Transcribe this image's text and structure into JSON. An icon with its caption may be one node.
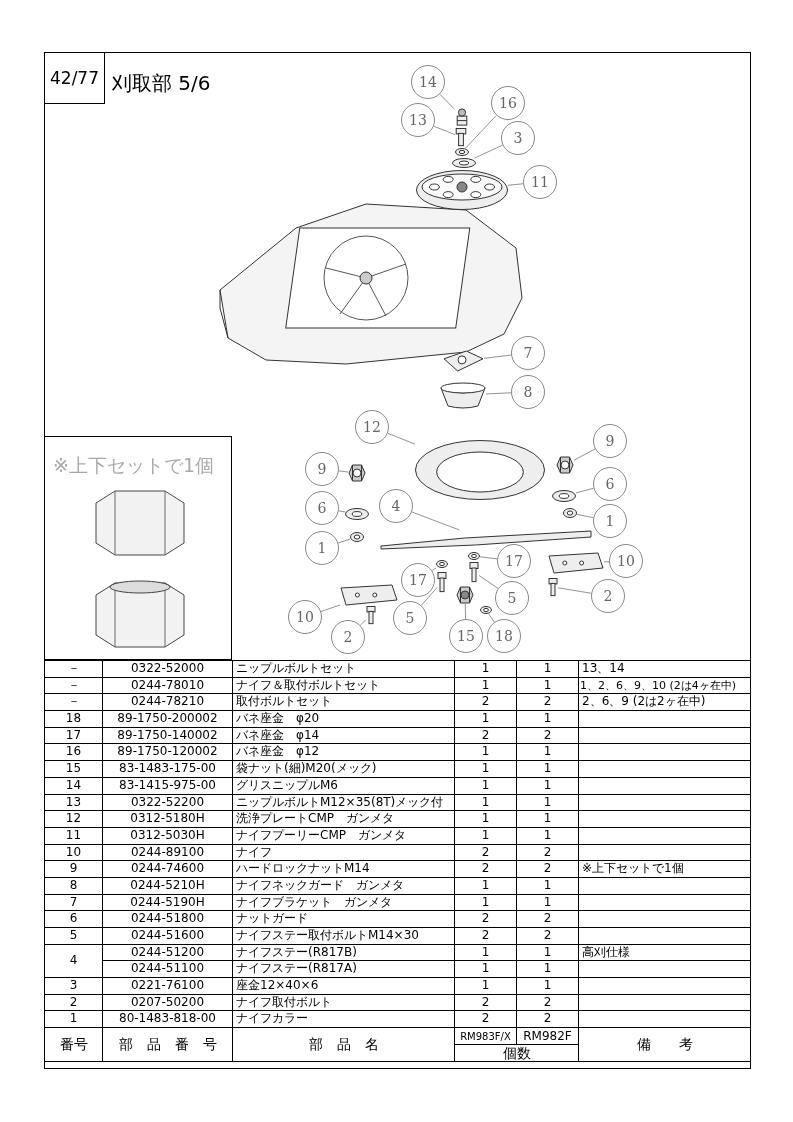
{
  "diagram": {
    "title": "刈取部 5/6",
    "nodes": [
      {
        "text": [
          "※上下セットで1個"
        ]
      },
      {
        "text": [
          "14"
        ]
      },
      {
        "text": [],
        "shape": "picture"
      },
      {
        "text": [
          "13"
        ]
      },
      {
        "text": [],
        "shape": "picture"
      },
      {
        "text": [
          "16"
        ]
      },
      {
        "text": [],
        "shape": "picture"
      },
      {
        "text": [
          "3"
        ]
      },
      {
        "text": [],
        "shape": "picture"
      },
      {
        "text": [
          "11"
        ]
      },
      {
        "text": [],
        "shape": "picture"
      },
      {
        "text": [
          "7"
        ]
      },
      {
        "text": [],
        "shape": "picture"
      },
      {
        "text": [
          "8"
        ]
      },
      {
        "text": [],
        "shape": "picture"
      },
      {
        "text": [
          "12"
        ]
      },
      {
        "text": [],
        "shape": "picture"
      },
      {
        "text": [
          "9"
        ]
      },
      {
        "text": [],
        "shape": "picture"
      },
      {
        "text": [
          "9"
        ]
      },
      {
        "text": [],
        "shape": "picture"
      },
      {
        "text": [
          "6"
        ]
      },
      {
        "text": [],
        "shape": "picture"
      },
      {
        "text": [
          "6"
        ]
      },
      {
        "text": [],
        "shape": "picture"
      },
      {
        "text": [
          "4"
        ]
      },
      {
        "text": [],
        "shape": "picture"
      },
      {
        "text": [
          "1"
        ]
      },
      {
        "text": [],
        "shape": "picture"
      },
      {
        "text": [
          "1"
        ]
      },
      {
        "text": [],
        "shape": "picture"
      },
      {
        "text": [
          "17"
        ]
      },
      {
        "text": [],
        "shape": "picture"
      },
      {
        "text": [
          "10"
        ]
      },
      {
        "text": [],
        "shape": "picture"
      },
      {
        "text": [
          "17"
        ]
      },
      {
        "text": [],
        "shape": "picture"
      },
      {
        "text": [
          "2"
        ]
      },
      {
        "text": [],
        "shape": "picture"
      },
      {
        "text": [
          "5"
        ]
      },
      {
        "text": [],
        "shape": "picture"
      },
      {
        "text": [
          "10"
        ]
      },
      {
        "text": [],
        "shape": "picture"
      },
      {
        "text": [
          "2"
        ]
      },
      {
        "text": [],
        "shape": "picture"
      },
      {
        "text": [
          "5"
        ]
      },
      {
        "text": [],
        "shape": "picture"
      },
      {
        "text": [
          "15"
        ]
      },
      {
        "text": [],
        "shape": "picture"
      },
      {
        "text": [
          "18"
        ]
      },
      {
        "text": [],
        "shape": "picture"
      }
    ],
    "edges": [
      {
        "from": 1,
        "to": 2,
        "arrow": "none"
      },
      {
        "from": 3,
        "to": 4,
        "arrow": "none"
      },
      {
        "from": 5,
        "to": 6,
        "arrow": "none"
      },
      {
        "from": 7,
        "to": 8,
        "arrow": "none"
      },
      {
        "from": 9,
        "to": 10,
        "arrow": "none"
      },
      {
        "from": 11,
        "to": 12,
        "arrow": "none"
      },
      {
        "from": 13,
        "to": 14,
        "arrow": "none"
      },
      {
        "from": 15,
        "to": 16,
        "arrow": "none"
      },
      {
        "from": 17,
        "to": 18,
        "arrow": "none"
      },
      {
        "from": 19,
        "to": 20,
        "arrow": "none"
      },
      {
        "from": 21,
        "to": 22,
        "arrow": "none"
      },
      {
        "from": 23,
        "to": 24,
        "arrow": "none"
      },
      {
        "from": 25,
        "to": 26,
        "arrow": "none"
      },
      {
        "from": 27,
        "to": 28,
        "arrow": "none"
      },
      {
        "from": 29,
        "to": 30,
        "arrow": "none"
      },
      {
        "from": 31,
        "to": 32,
        "arrow": "none"
      },
      {
        "from": 33,
        "to": 34,
        "arrow": "none"
      },
      {
        "from": 35,
        "to": 36,
        "arrow": "none"
      },
      {
        "from": 37,
        "to": 38,
        "arrow": "none"
      },
      {
        "from": 39,
        "to": 40,
        "arrow": "none"
      },
      {
        "from": 41,
        "to": 42,
        "arrow": "none"
      },
      {
        "from": 43,
        "to": 44,
        "arrow": "none"
      },
      {
        "from": 45,
        "to": 46,
        "arrow": "none"
      },
      {
        "from": 47,
        "to": 48,
        "arrow": "none"
      },
      {
        "from": 49,
        "to": 50,
        "arrow": "none"
      }
    ],
    "labels": [
      "42/77",
      "－",
      "0322-52000",
      "ニップルボルトセット",
      "1",
      "1",
      "13、14",
      "－",
      "0244-78010",
      "ナイフ＆取付ボルトセット",
      "1",
      "1",
      "1、2、6、9、10 (2は4ヶ在中)",
      "－",
      "0244-78210",
      "取付ボルトセット",
      "2",
      "2",
      "2、6、9 (2は2ヶ在中)",
      "18",
      "89-1750-200002",
      "バネ座金　φ20",
      "1",
      "1",
      "17",
      "89-1750-140002",
      "バネ座金　φ14",
      "2",
      "2",
      "16",
      "89-1750-120002",
      "バネ座金　φ12",
      "1",
      "1",
      "15",
      "83-1483-175-00",
      "袋ナット(細)M20(メック)",
      "1",
      "1",
      "14",
      "83-1415-975-00",
      "グリスニップルM6",
      "1",
      "1",
      "13",
      "0322-52200",
      "ニップルボルトM12×35(8T)メック付",
      "1",
      "1",
      "12",
      "0312-5180H",
      "洗浄プレートCMP　ガンメタ",
      "1",
      "1",
      "11",
      "0312-5030H",
      "ナイフプーリーCMP　ガンメタ",
      "1",
      "1",
      "10",
      "0244-89100",
      "ナイフ",
      "2",
      "2",
      "9",
      "0244-74600",
      "ハードロックナットM14",
      "2",
      "2",
      "※上下セットで1個",
      "8",
      "0244-5210H",
      "ナイフネックガード　ガンメタ",
      "1",
      "1",
      "7",
      "0244-5190H",
      "ナイフブラケット　ガンメタ",
      "1",
      "1",
      "6",
      "0244-51800",
      "ナットガード",
      "2",
      "2",
      "5",
      "0244-51600",
      "ナイフステー取付ボルトM14×30",
      "2",
      "2",
      "4",
      "0244-51200",
      "ナイフステー(R817B)",
      "1",
      "1",
      "高刈仕様",
      "0244-51100",
      "ナイフステー(R817A)",
      "1",
      "1",
      "3",
      "0221-76100",
      "座金12×40×6",
      "1",
      "1",
      "2",
      "0207-50200",
      "ナイフ取付ボルト",
      "2",
      "2",
      "1",
      "80-1483-818-00",
      "ナイフカラー",
      "2",
      "2",
      "番号",
      "部　品　番　号",
      "部　品　名",
      "RM983F/X",
      "RM982F",
      "備　　考",
      "個数"
    ]
  }
}
